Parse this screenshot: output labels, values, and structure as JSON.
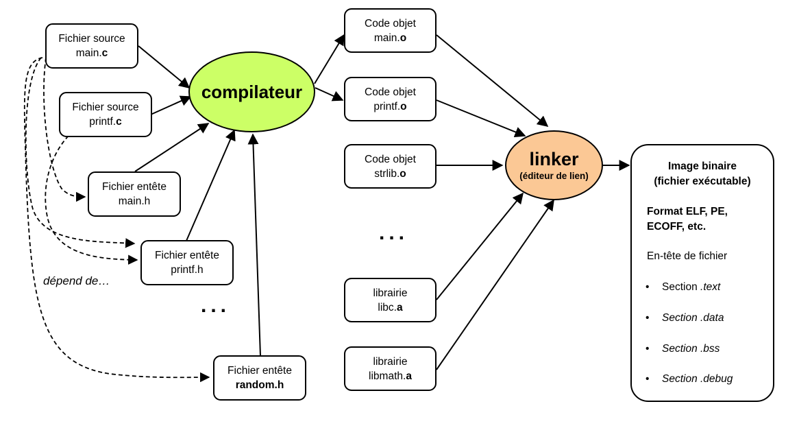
{
  "sources": [
    {
      "line1": "Fichier source",
      "pre": "main.",
      "bold": "c"
    },
    {
      "line1": "Fichier source",
      "pre": "printf.",
      "bold": "c"
    }
  ],
  "headers": [
    {
      "line1": "Fichier entête",
      "pre": "main.h",
      "bold": ""
    },
    {
      "line1": "Fichier entête",
      "pre": "printf.h",
      "bold": ""
    },
    {
      "line1": "Fichier entête",
      "pre": "",
      "bold": "random.h"
    }
  ],
  "compiler": {
    "label": "compilateur"
  },
  "objects": [
    {
      "line1": "Code objet",
      "pre": "main.",
      "bold": "o"
    },
    {
      "line1": "Code objet",
      "pre": "printf.",
      "bold": "o"
    },
    {
      "line1": "Code objet",
      "pre": "strlib.",
      "bold": "o"
    }
  ],
  "libraries": [
    {
      "line1": "librairie",
      "pre": "libc.",
      "bold": "a"
    },
    {
      "line1": "librairie",
      "pre": "libmath.",
      "bold": "a"
    }
  ],
  "linker": {
    "label": "linker",
    "sublabel": "(éditeur de lien)"
  },
  "ellipsis": "...",
  "depends_label": "dépend de…",
  "binary": {
    "title1": "Image binaire",
    "title2": "(fichier exécutable)",
    "format1": "Format ELF, PE,",
    "format2": "ECOFF, etc.",
    "header": "En-tête de fichier",
    "sections": [
      {
        "bullet": "•",
        "plain": "Section ",
        "italic": ".text"
      },
      {
        "bullet": "•",
        "plain": "",
        "italic": "Section .data"
      },
      {
        "bullet": "•",
        "plain": "",
        "italic": "Section .bss"
      },
      {
        "bullet": "•",
        "plain": "",
        "italic": "Section .debug"
      }
    ]
  }
}
